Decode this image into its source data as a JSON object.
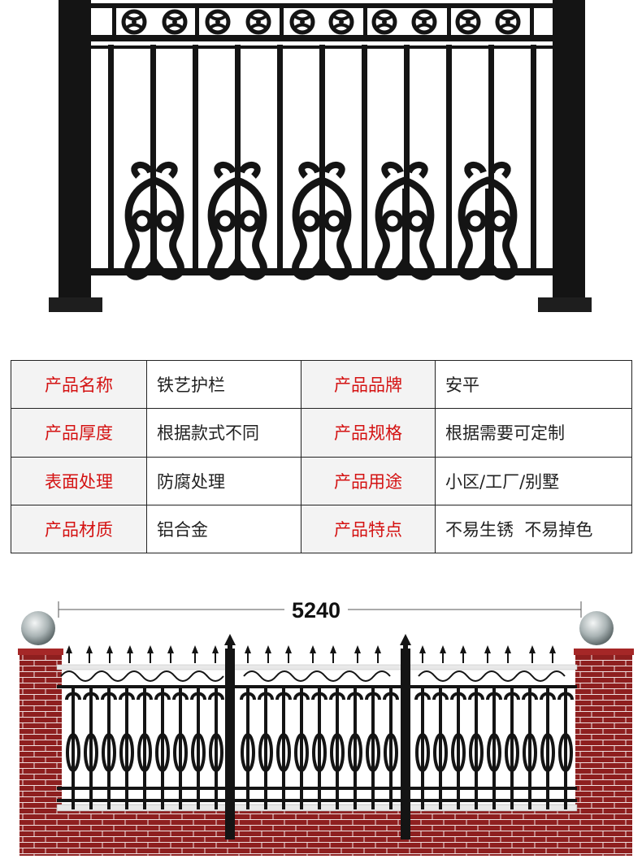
{
  "spec_table": {
    "rows": [
      {
        "label1": "产品名称",
        "value1": "铁艺护栏",
        "label2": "产品品牌",
        "value2": "安平"
      },
      {
        "label1": "产品厚度",
        "value1": "根据款式不同",
        "label2": "产品规格",
        "value2": "根据需要可定制"
      },
      {
        "label1": "表面处理",
        "value1": "防腐处理",
        "label2": "产品用途",
        "value2": "小区/工厂/别墅"
      },
      {
        "label1": "产品材质",
        "value1": "铝合金",
        "label2": "产品特点",
        "value2": "不易生锈  不易掉色"
      }
    ]
  },
  "dimension": {
    "width_label": "5240"
  },
  "colors": {
    "label_text": "#d41212",
    "label_bg": "#f3f3f3",
    "fence_black": "#141414",
    "brick_red": "#8e1f1f"
  }
}
